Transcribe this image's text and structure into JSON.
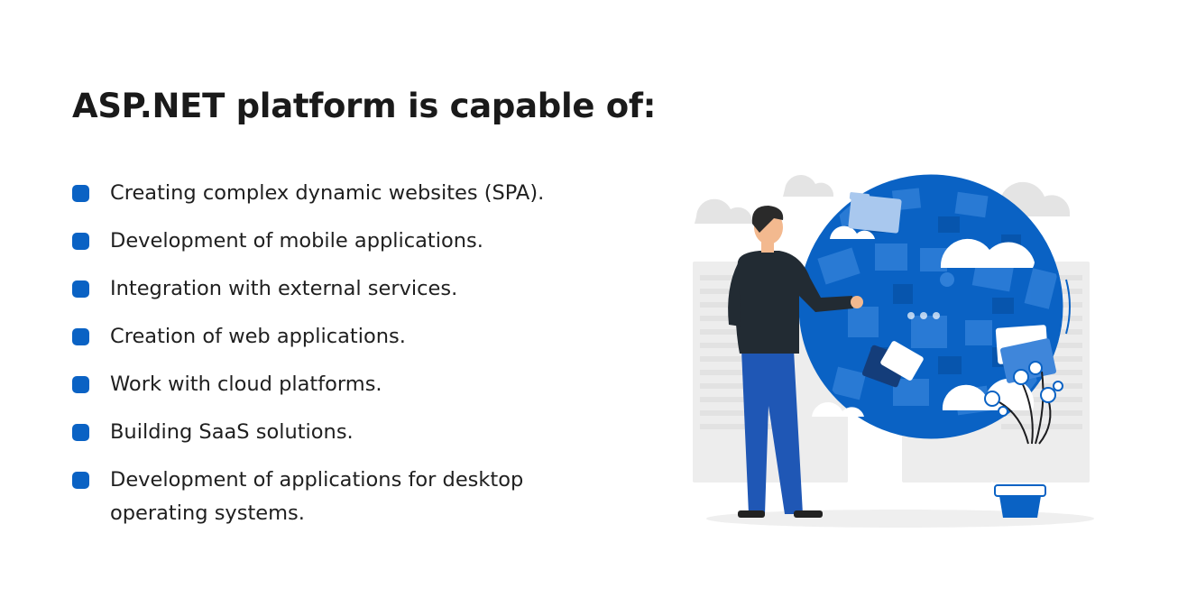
{
  "heading": "ASP.NET platform is capable of:",
  "capabilities": [
    "Creating complex dynamic websites (SPA).",
    "Development of mobile applications.",
    "Integration with external services.",
    "Creation of web applications.",
    "Work with cloud platforms.",
    "Building SaaS solutions.",
    "Development of applications for desktop operating systems."
  ],
  "illustration": {
    "icons": [
      "globe-icon",
      "cloud-icon",
      "folder-icon",
      "potted-plant-icon",
      "person-figure"
    ]
  },
  "colors": {
    "accent": "#0a62c4",
    "globe_light": "#2f7fd8",
    "text": "#1a1a1a",
    "cloud": "#ffffff",
    "background_shapes": "#ececec"
  }
}
